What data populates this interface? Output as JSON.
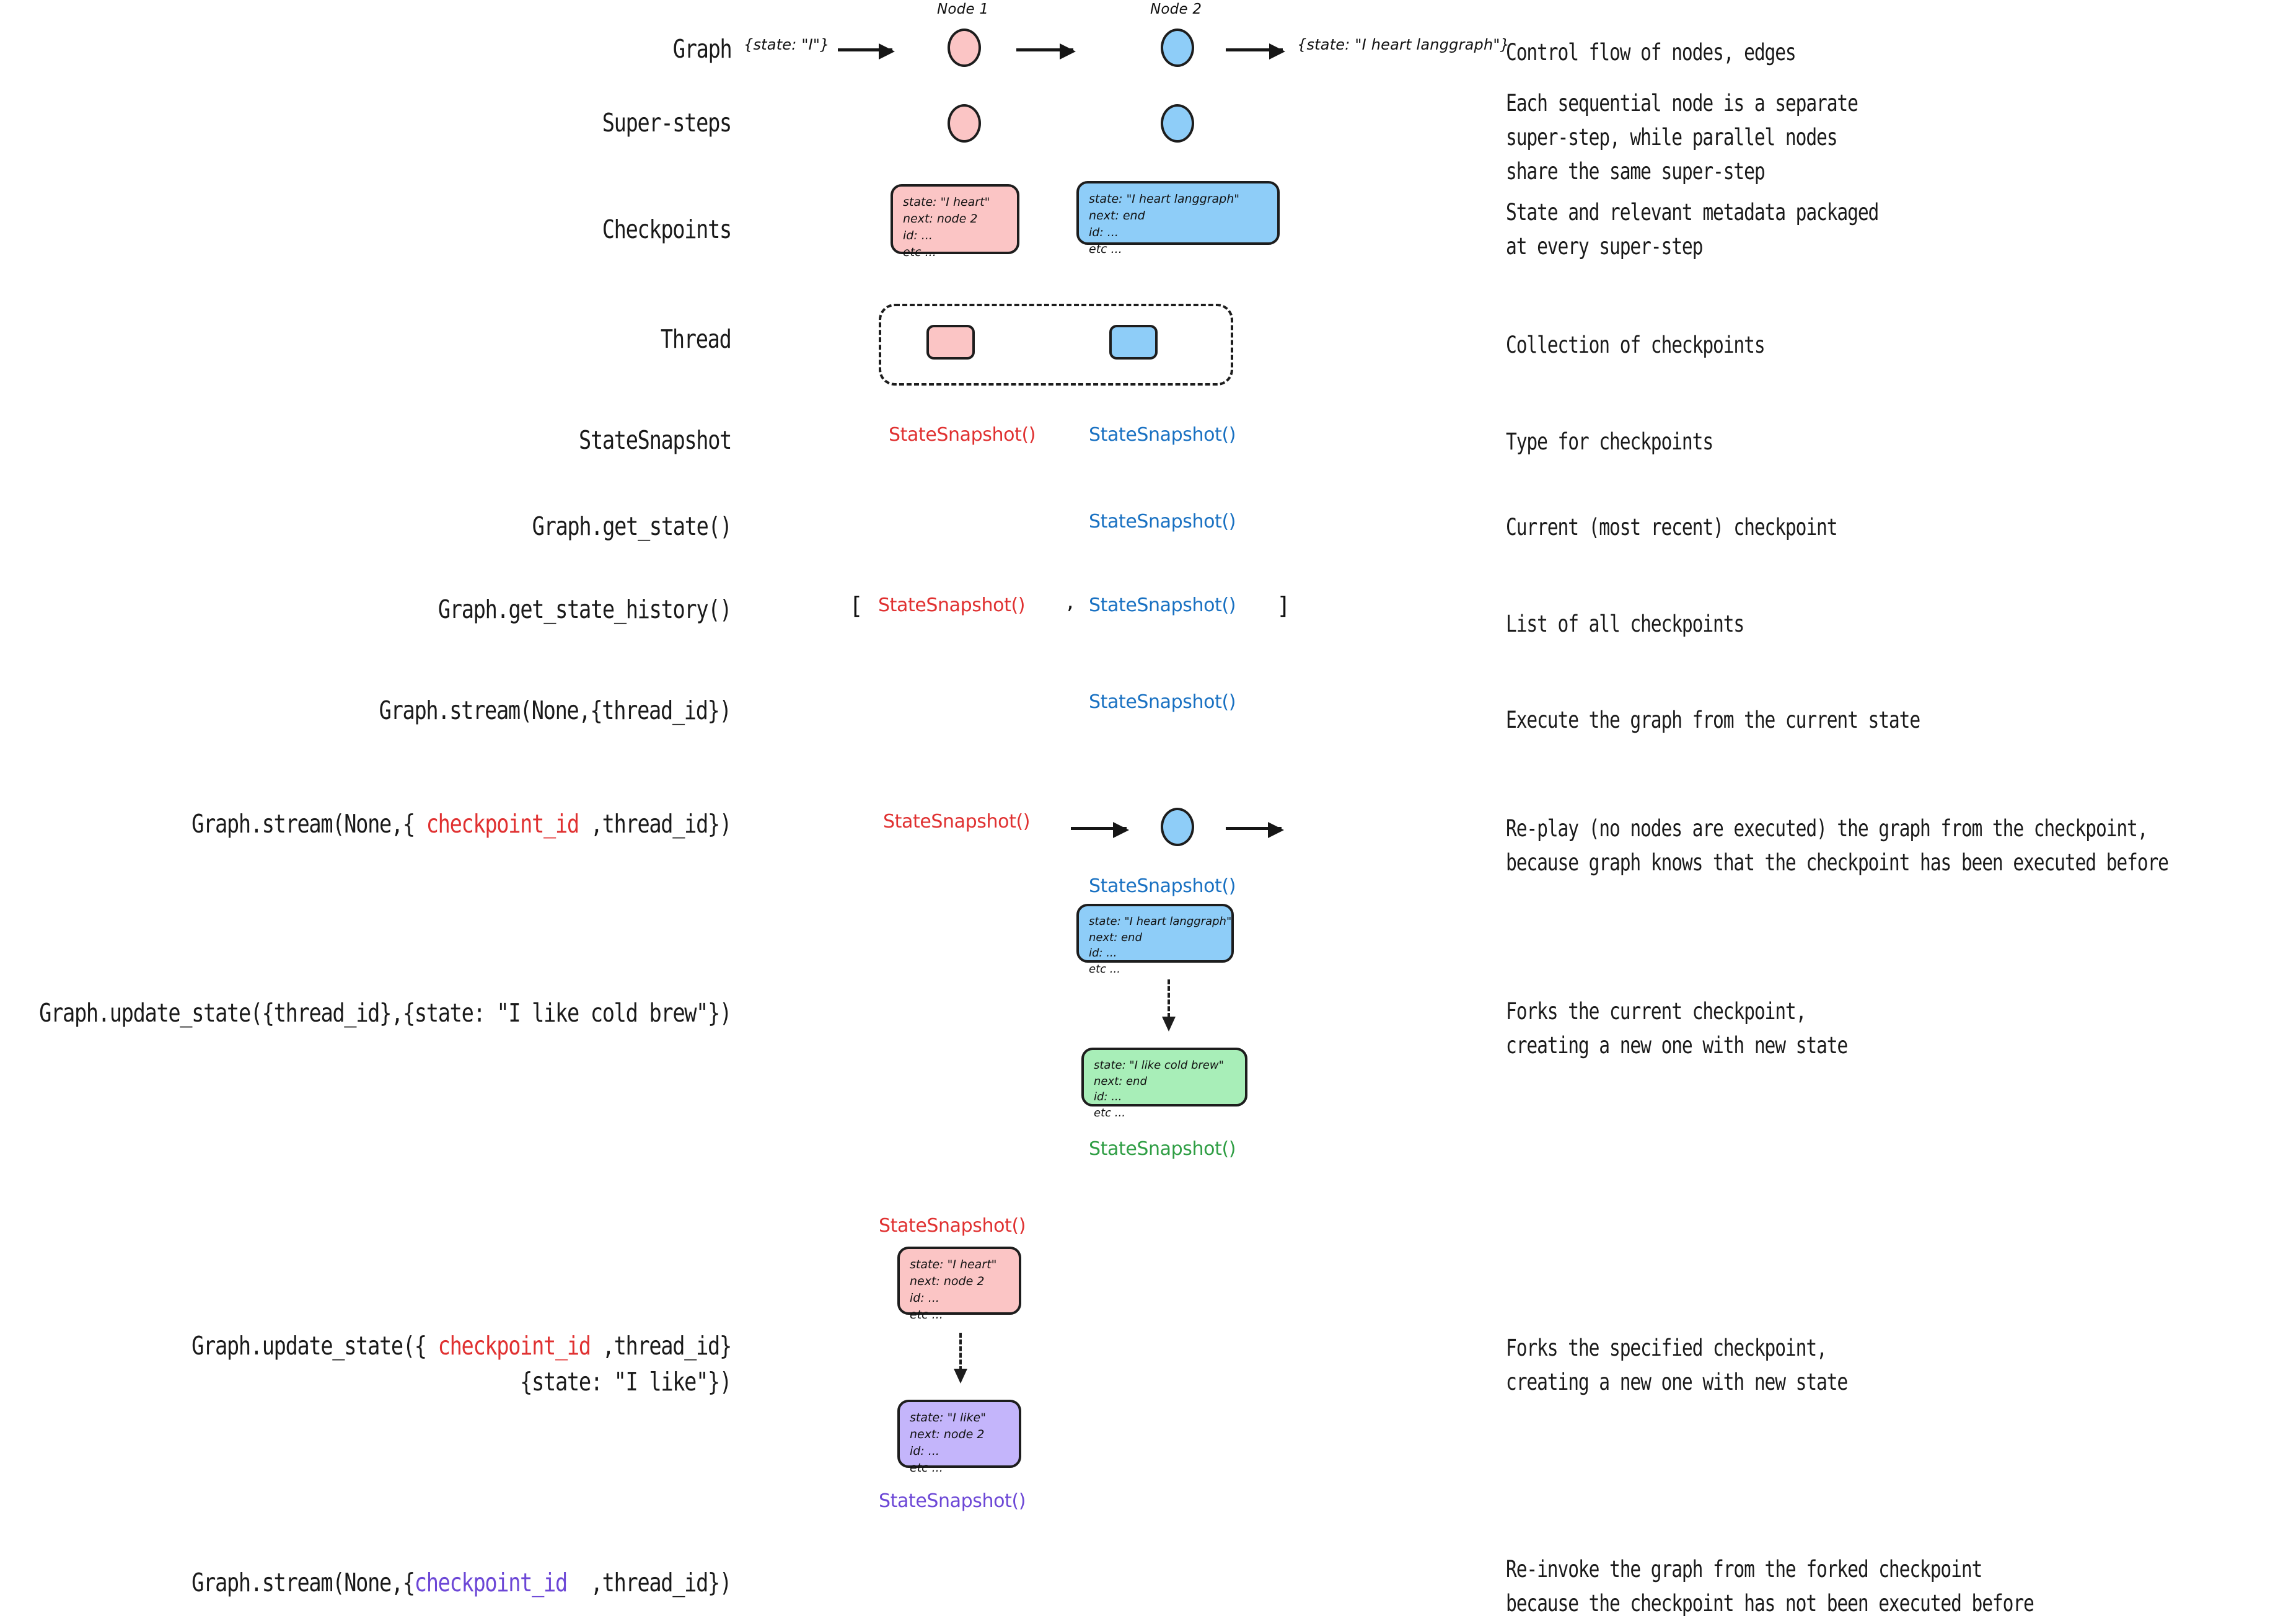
{
  "rows": [
    {
      "label": "Graph",
      "desc": "Control flow of nodes, edges"
    },
    {
      "label": "Super-steps",
      "desc": "Each sequential node is a separate\nsuper-step, while parallel nodes\nshare the same super-step"
    },
    {
      "label": "Checkpoints",
      "desc": "State and relevant metadata packaged\nat every super-step"
    },
    {
      "label": "Thread",
      "desc": "Collection of checkpoints"
    },
    {
      "label": "StateSnapshot",
      "desc": "Type for checkpoints"
    },
    {
      "label": "Graph.get_state()",
      "desc": "Current (most recent) checkpoint"
    },
    {
      "label": "Graph.get_state_history()",
      "desc": "List of all checkpoints"
    },
    {
      "label": "Graph.stream(None,{thread_id})",
      "desc": "Execute the graph from the current state"
    },
    {
      "label": "Graph.stream(None,{ checkpoint_id ,thread_id})",
      "desc": "Re-play (no nodes are executed) the graph from the checkpoint,\nbecause graph knows that the checkpoint has been executed before"
    },
    {
      "label": "Graph.update_state({thread_id},{state: \"I like cold brew\"})",
      "desc": "Forks the current checkpoint,\ncreating a new one with new state"
    },
    {
      "label": "Graph.update_state({ checkpoint_id ,thread_id}\n{state: \"I like\"})",
      "desc": "Forks the specified checkpoint,\ncreating a new one with new state"
    },
    {
      "label": "Graph.stream(None,{checkpoint_id  ,thread_id})",
      "desc": "Re-invoke the graph from the forked checkpoint\nbecause the checkpoint has not been executed before"
    }
  ],
  "labels": {
    "graph": "Graph",
    "super_steps": "Super-steps",
    "checkpoints": "Checkpoints",
    "thread": "Thread",
    "state_snapshot": "StateSnapshot",
    "get_state": "Graph.get_state()",
    "get_state_history": "Graph.get_state_history()",
    "stream_thread": "Graph.stream(None,{thread_id})",
    "stream_ckpt_pre": "Graph.stream(None,{ ",
    "stream_ckpt_id": "checkpoint_id",
    "stream_ckpt_post": " ,thread_id})",
    "update_state_thread": "Graph.update_state({thread_id},{state: \"I like cold brew\"})",
    "update_state_ckpt_pre": "Graph.update_state({ ",
    "update_state_ckpt_id": "checkpoint_id",
    "update_state_ckpt_post": " ,thread_id}",
    "update_state_ckpt_line2": "{state: \"I like\"})",
    "stream_forked_pre": "Graph.stream(None,{",
    "stream_forked_id": "checkpoint_id",
    "stream_forked_post": "  ,thread_id})"
  },
  "descriptions": {
    "graph": "Control flow of nodes, edges",
    "super_steps_l1": "Each sequential node is a separate",
    "super_steps_l2": "super-step, while parallel nodes",
    "super_steps_l3": "share the same super-step",
    "checkpoints_l1": "State and relevant metadata packaged",
    "checkpoints_l2": "at every super-step",
    "thread": "Collection of checkpoints",
    "state_snapshot": "Type for checkpoints",
    "get_state": "Current (most recent) checkpoint",
    "get_state_history": "List of all checkpoints",
    "stream_thread": "Execute the graph from the current state",
    "replay_l1": "Re-play (no nodes are executed) the graph from the checkpoint,",
    "replay_l2": "because graph knows that the checkpoint has been executed before",
    "fork_current_l1": "Forks the current checkpoint,",
    "fork_current_l2": "creating a new one with new state",
    "fork_specified_l1": "Forks the specified checkpoint,",
    "fork_specified_l2": "creating a new one with new state",
    "reinvoke_l1": "Re-invoke the graph from the forked checkpoint",
    "reinvoke_l2": "because the checkpoint has not been executed before"
  },
  "graph_row": {
    "node1_caption": "Node 1",
    "node2_caption": "Node 2",
    "input_state": "{state: \"I\"}",
    "output_state": "{state: \"I heart langgraph\"}"
  },
  "checkpoint_boxes": {
    "pink_heart": "state: \"I heart\"\nnext: node 2\nid: ...\netc ...",
    "blue_langgraph": "state: \"I heart langgraph\"\nnext: end\nid: ...\netc ...",
    "green_coldbrew": "state: \"I like cold brew\"\nnext: end\nid: ...\netc ...",
    "purple_ilike": "state: \"I like\"\nnext: node 2\nid: ...\netc ..."
  },
  "snapshot_captions": {
    "red": "StateSnapshot()",
    "blue": "StateSnapshot()",
    "green": "StateSnapshot()",
    "purple": "StateSnapshot()"
  },
  "list_brackets": {
    "open": "[",
    "comma": ",",
    "close": "]"
  },
  "colors": {
    "pink": "#fbc5c5",
    "blue": "#8ecdf8",
    "green": "#a8eeb8",
    "purple": "#c4b5fb",
    "red_text": "#e03131",
    "blue_text": "#1971c2",
    "green_text": "#2f9e44",
    "purple_text": "#6c47d6",
    "stroke": "#1d1d1d"
  }
}
